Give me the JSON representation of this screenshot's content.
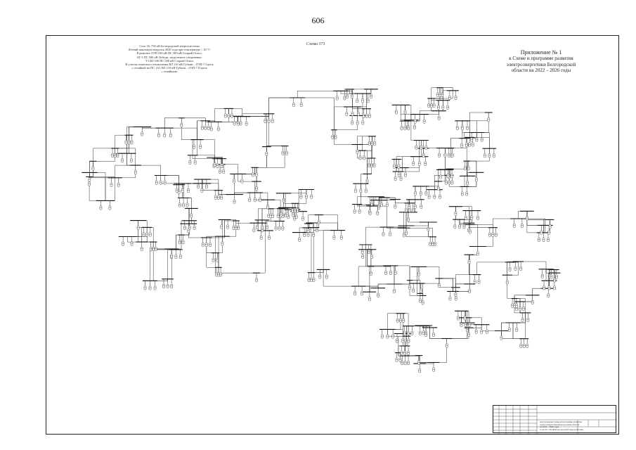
{
  "page": {
    "number": "606"
  },
  "sheet": {
    "scheme_title": "Схема 373",
    "notes": [
      "Сети 35–750 кВ Белгородской энергосистемы",
      "Летний максимум нагрузок 2028 года при температуре – 20 °С",
      "В ремонте ЛЭП 330 кВ ПС 500 кВ Старый Оскол,",
      "АТ-3 ПС 500 кВ Лебеди, загрузочное соединение:",
      "Т СШ-330 ПС 500 кВ Старый Оскол",
      "В учетом планового отключения ВЛ 110 кВ Губкин – ГОП-7 I цепь",
      "с отпайкой на ПС 110, ВЛ 110 кВ Губкин – ГОП-7 II цепь",
      "с отпайками"
    ],
    "appendix": {
      "heading": "Приложение № 1",
      "lines": [
        "к Схеме и программе развития",
        "электроэнергетики Белгородской",
        "области на 2022 – 2026 годы"
      ]
    }
  },
  "title_block": {
    "lines": [
      "Актуализация схемы и программы развития",
      "электроэнергетики Белгородской области",
      "на 2022 – 2026 годы",
      "Сети 35–750 кВ Белгородской энергосистемы"
    ]
  }
}
